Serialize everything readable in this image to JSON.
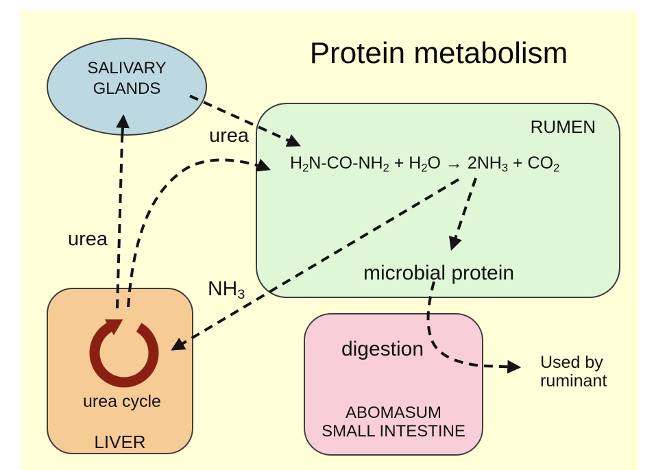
{
  "title": "Protein metabolism",
  "colors": {
    "background": "#FFFFD8",
    "salivary_glands": "#BCD8E1",
    "rumen": "#DFF7D7",
    "liver": "#F6CB96",
    "abomasum": "#F8CFD8",
    "urea_cycle_ring": "#8B2012",
    "line": "#141414"
  },
  "nodes": {
    "salivary_glands": {
      "line1": "SALIVARY",
      "line2": "GLANDS"
    },
    "rumen": {
      "label": "RUMEN",
      "equation_segments": [
        {
          "t": "H"
        },
        {
          "t": "2",
          "sub": true
        },
        {
          "t": "N-CO-NH"
        },
        {
          "t": "2",
          "sub": true
        },
        {
          "t": " + H"
        },
        {
          "t": "2",
          "sub": true
        },
        {
          "t": "O "
        },
        {
          "t": "→"
        },
        {
          "t": " 2NH"
        },
        {
          "t": "3",
          "sub": true
        },
        {
          "t": " + CO"
        },
        {
          "t": "2",
          "sub": true
        }
      ],
      "microbial_protein": "microbial protein"
    },
    "liver": {
      "label": "LIVER",
      "cycle_label": "urea cycle"
    },
    "abomasum": {
      "digestion": "digestion",
      "line1": "ABOMASUM",
      "line2": "SMALL INTESTINE"
    }
  },
  "labels": {
    "urea_top": "urea",
    "urea_left": "urea",
    "nh3_segments": [
      {
        "t": "NH"
      },
      {
        "t": "3",
        "sub": true
      }
    ],
    "used_by_line1": "Used by",
    "used_by_line2": "ruminant"
  }
}
